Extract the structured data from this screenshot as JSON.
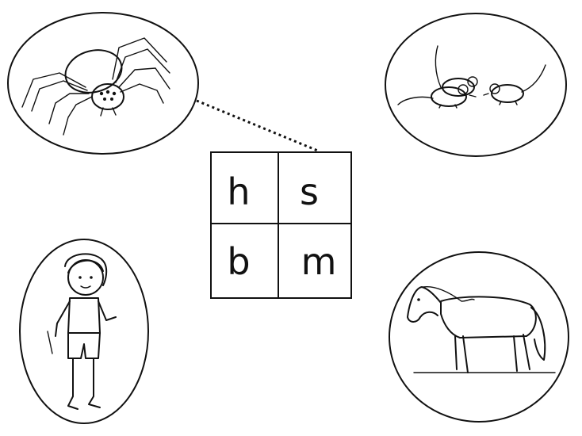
{
  "grid": {
    "cells": [
      "h",
      "s",
      "b",
      "m"
    ]
  },
  "pictures": [
    {
      "id": "spider",
      "icon": "spider-icon"
    },
    {
      "id": "mice",
      "icon": "mice-icon"
    },
    {
      "id": "boy",
      "icon": "boy-icon"
    },
    {
      "id": "horse",
      "icon": "horse-icon"
    }
  ],
  "connector": {
    "from": "spider",
    "to": "grid-top-right",
    "style": "dotted"
  },
  "colors": {
    "ink": "#111111",
    "paper": "#ffffff"
  }
}
